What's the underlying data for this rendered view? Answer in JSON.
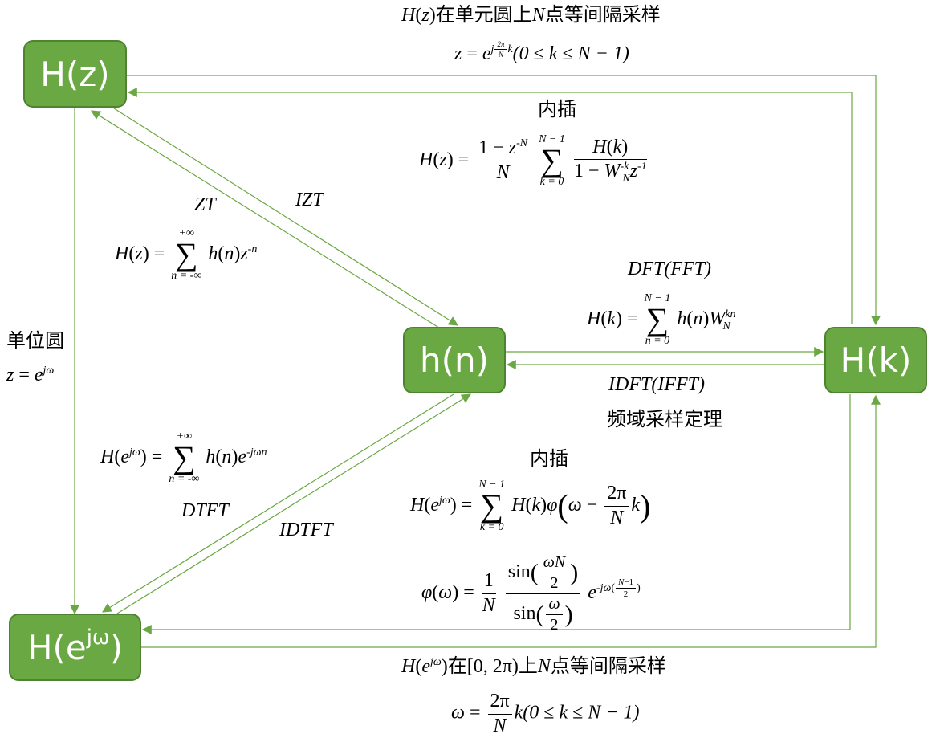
{
  "colors": {
    "box_fill": "#6aa843",
    "box_border": "#4e8430",
    "box_text": "#ffffff",
    "arrow": "#6aa843",
    "text": "#000000"
  },
  "nodes": {
    "hz": "H(z)",
    "hn": "h(n)",
    "hk": "H(k)",
    "hejw_base": "H(e",
    "hejw_exp": "jω",
    "hejw_close": ")"
  },
  "labels": {
    "top_sampling_text": "在单元圆上",
    "top_sampling_text2": "点等间隔采样",
    "top_sampling_N": "N",
    "interp_top": "内插",
    "zt": "ZT",
    "izt": "IZT",
    "dft": "DFT",
    "fft": "(FFT)",
    "idft": "IDFT",
    "ifft": "(IFFT)",
    "unit_circle": "单位圆",
    "freq_sampling_theorem": "频域采样定理",
    "interp_bottom": "内插",
    "dtft": "DTFT",
    "idtft": "IDTFT",
    "bottom_sampling_text": "在",
    "bottom_sampling_interval": "[0, 2π)",
    "bottom_sampling_text2": "上",
    "bottom_sampling_N": "N",
    "bottom_sampling_text3": "点等间隔采样"
  },
  "formulas": {
    "sum_n_upper": "+∞",
    "sum_n_lower": "n = -∞",
    "sum_N_upper": "N − 1",
    "sum_k_lower": "k = 0",
    "sum_n0_lower": "n = 0",
    "k_range": "(0 ≤ k ≤ N − 1)"
  }
}
